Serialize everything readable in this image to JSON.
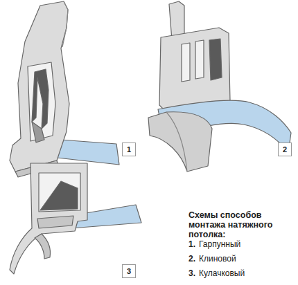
{
  "diagram": {
    "title": "Схемы способов монтажа натяжного потолка:",
    "nodes": [
      {
        "text": [
          "1"
        ]
      },
      {
        "text": [
          "2"
        ]
      },
      {
        "text": [
          "3"
        ]
      }
    ],
    "labels": [
      "1.",
      "Гарпунный",
      "2.",
      "Клиновой",
      "3.",
      "Кулачковый"
    ]
  }
}
